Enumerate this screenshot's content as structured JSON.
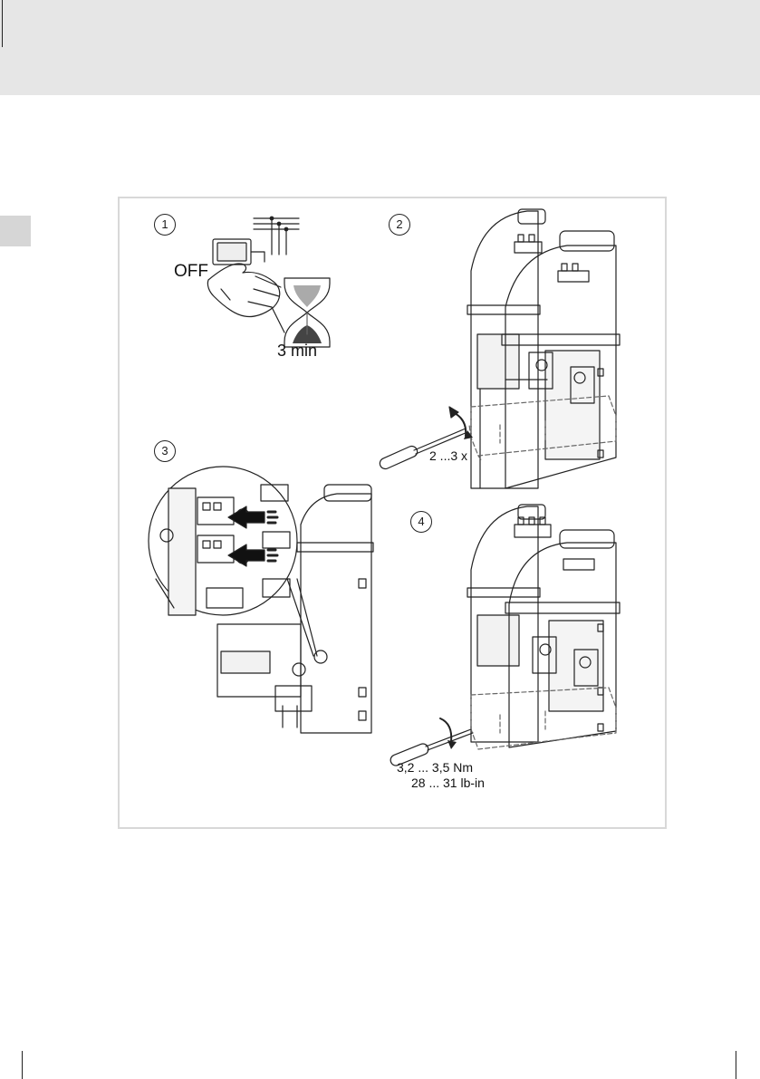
{
  "steps": [
    {
      "number": "1",
      "labels": {
        "switch": "OFF",
        "wait_time": "3 min"
      }
    },
    {
      "number": "2",
      "labels": {
        "turns": "2 ...3 x"
      }
    },
    {
      "number": "3"
    },
    {
      "number": "4",
      "labels": {
        "torque_nm": "3,2 ... 3,5 Nm",
        "torque_lbin": "28 ... 31 lb-in"
      }
    }
  ],
  "icons": [
    "power-switch-off",
    "hourglass",
    "screwdriver",
    "arrow-push-in",
    "rotate-arrow"
  ],
  "colors": {
    "header": "#e6e6e6",
    "frame": "#d8d8d8",
    "line": "#222222",
    "tab": "#d6d6d6"
  }
}
